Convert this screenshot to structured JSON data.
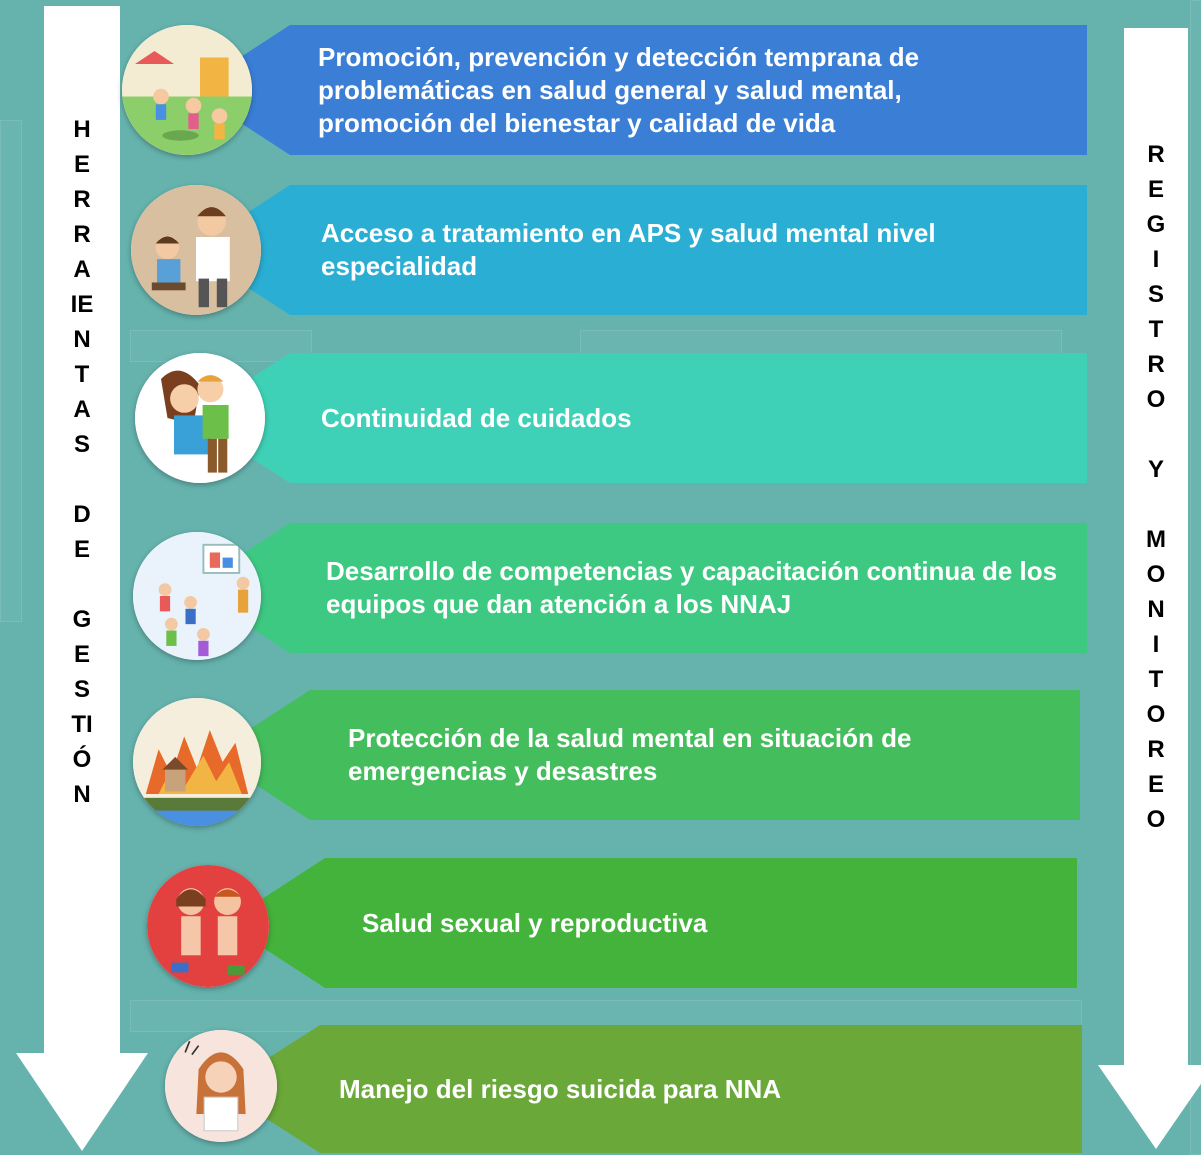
{
  "left_arrow": {
    "lines": [
      "H",
      "E",
      "R",
      "R",
      "A",
      "IE",
      "N",
      "T",
      "A",
      "S",
      "",
      "D",
      "E",
      "",
      "G",
      "E",
      "S",
      "TI",
      "Ó",
      "N"
    ]
  },
  "right_arrow": {
    "lines": [
      "R",
      "E",
      "G",
      "I",
      "S",
      "T",
      "R",
      "O",
      "",
      "Y",
      "",
      "M",
      "O",
      "N",
      "I",
      "T",
      "O",
      "R",
      "E",
      "O"
    ]
  },
  "steps": [
    {
      "text": "Promoción, prevención y detección temprana de problemáticas en salud general y salud mental, promoción del bienestar y calidad de vida",
      "icon": "children-playground-icon",
      "color": "#3a7fd5"
    },
    {
      "text": "Acceso a tratamiento en APS y salud mental nivel especialidad",
      "icon": "doctor-child-icon",
      "color": "#2aaed3"
    },
    {
      "text": "Continuidad de cuidados",
      "icon": "mother-child-hug-icon",
      "color": "#3fd1b7"
    },
    {
      "text": "Desarrollo de competencias y capacitación continua de los equipos que dan atención a los NNAJ",
      "icon": "team-training-icon",
      "color": "#3ec983"
    },
    {
      "text": "Protección de la salud mental en situación de emergencias y desastres",
      "icon": "wildfire-disaster-icon",
      "color": "#44bd5c"
    },
    {
      "text": "Salud sexual y reproductiva",
      "icon": "girl-boy-icon",
      "color": "#44b33c"
    },
    {
      "text": "Manejo del riesgo suicida para NNA",
      "icon": "sad-girl-icon",
      "color": "#6aa83a"
    }
  ]
}
